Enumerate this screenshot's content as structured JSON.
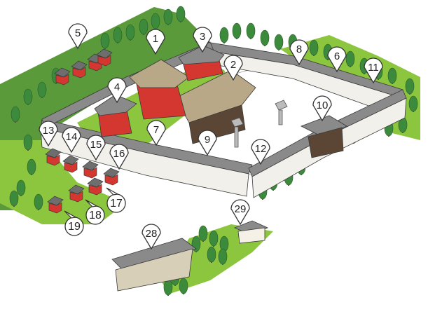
{
  "markers": [
    {
      "id": "m1",
      "label": "1"
    },
    {
      "id": "m2",
      "label": "2"
    },
    {
      "id": "m3",
      "label": "3"
    },
    {
      "id": "m4",
      "label": "4"
    },
    {
      "id": "m5",
      "label": "5"
    },
    {
      "id": "m6",
      "label": "6"
    },
    {
      "id": "m7",
      "label": "7"
    },
    {
      "id": "m8",
      "label": "8"
    },
    {
      "id": "m9",
      "label": "9"
    },
    {
      "id": "m10",
      "label": "10"
    },
    {
      "id": "m11",
      "label": "11"
    },
    {
      "id": "m12",
      "label": "12"
    },
    {
      "id": "m13",
      "label": "13"
    },
    {
      "id": "m14",
      "label": "14"
    },
    {
      "id": "m15",
      "label": "15"
    },
    {
      "id": "m16",
      "label": "16"
    },
    {
      "id": "m17",
      "label": "17"
    },
    {
      "id": "m18",
      "label": "18"
    },
    {
      "id": "m19",
      "label": "19"
    },
    {
      "id": "m28",
      "label": "28"
    },
    {
      "id": "m29",
      "label": "29"
    }
  ],
  "colors": {
    "grass": "#8cc63f",
    "grass_dark": "#5a9a3a",
    "tree": "#3c8a3c",
    "roof": "#8a8a8a",
    "roof_dark": "#6e6e6e",
    "thatch": "#b8a888",
    "shrine_red": "#d3372f",
    "wall": "#f2f0ea",
    "timber": "#5b4636",
    "ground": "#ffffff",
    "outline": "#3a3a3a"
  },
  "icons": [
    "map-pin-icon",
    "stone-lantern-icon",
    "tree-icon",
    "shrine-building-icon"
  ]
}
